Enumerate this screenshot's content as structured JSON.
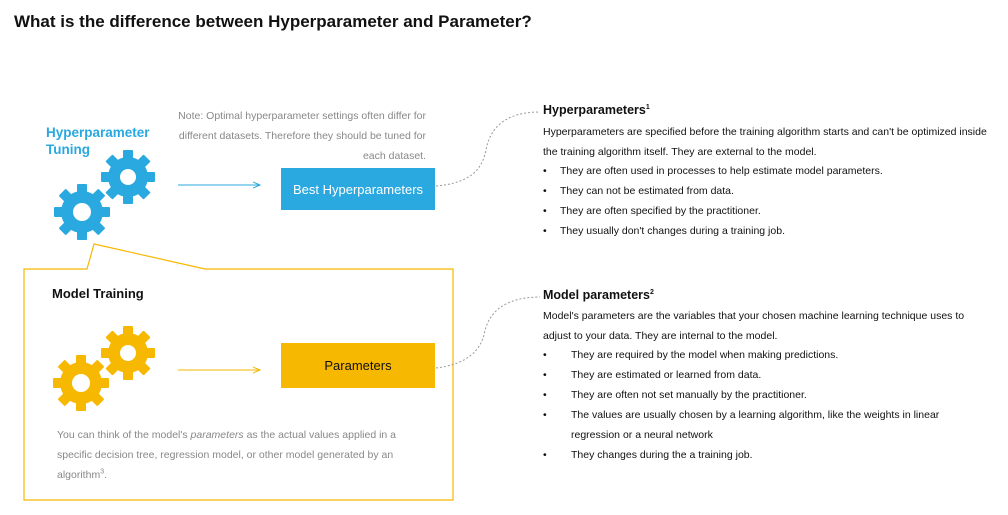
{
  "title": "What is the difference between Hyperparameter and Parameter?",
  "hyperparameter_tuning_label": "Hyperparameter Tuning",
  "note": "Note: Optimal hyperparameter settings often differ for different datasets. Therefore they should be tuned for each dataset.",
  "best_hyperparameters_box": "Best Hyperparameters",
  "model_training_label": "Model Training",
  "parameters_box": "Parameters",
  "model_training_desc": {
    "before": "You can think of the model's ",
    "emph": "parameters",
    "after": " as the actual values applied in a specific decision tree, regression model, or other model generated by an algorithm",
    "ref": "3",
    "end": "."
  },
  "hyperparameters": {
    "title": "Hyperparameters",
    "ref": "1",
    "description": "Hyperparameters are specified before the training algorithm starts and can't be optimized inside the training algorithm itself. They are external to the model.",
    "bullets": [
      "They are often used in processes to help estimate model parameters.",
      "They can not be estimated from data.",
      "They are often specified by the practitioner.",
      "They usually don't changes during a training job."
    ]
  },
  "model_parameters": {
    "title": "Model parameters",
    "ref": "2",
    "description": "Model's parameters are the variables that your chosen machine learning technique uses to adjust to your data. They are internal to the model.",
    "bullets": [
      "They are required by the model when making predictions.",
      "They are estimated or learned from data.",
      "They are often not set manually by the practitioner.",
      "The values are usually chosen by a learning algorithm, like the weights in linear regression or a neural network",
      "They changes during the a training job."
    ]
  },
  "colors": {
    "blue": "#2aa8e0",
    "yellow": "#f6b800",
    "gray_text": "#888888"
  },
  "icons": {
    "blue_gears": "gears-icon",
    "yellow_gears": "gears-icon"
  }
}
